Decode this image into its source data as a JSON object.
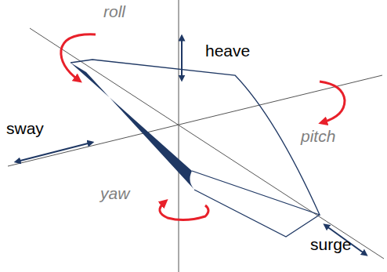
{
  "diagram": {
    "labels": [
      "roll",
      "heave",
      "sway",
      "pitch",
      "yaw",
      "surge"
    ]
  }
}
